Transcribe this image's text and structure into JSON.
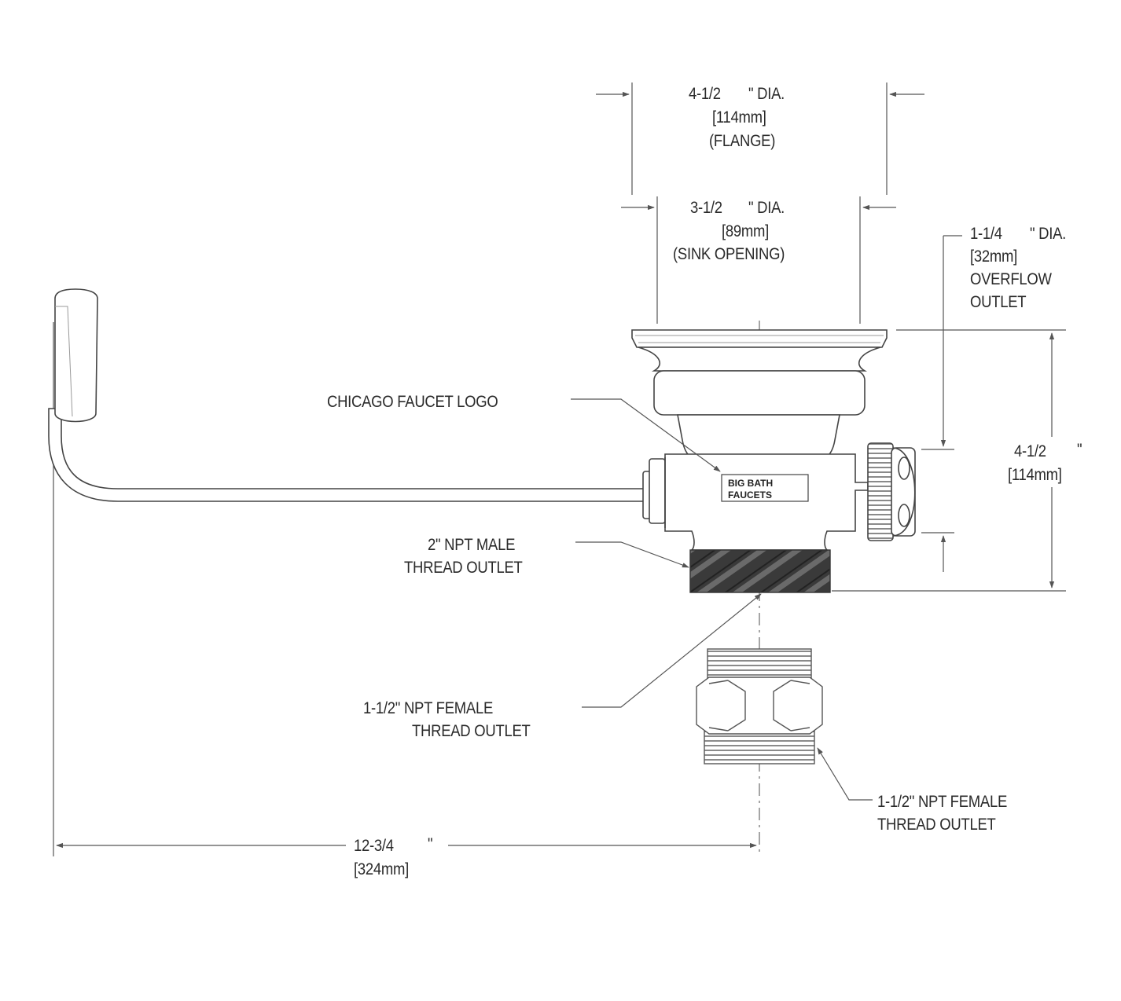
{
  "dimensions": {
    "flange": {
      "size": "4-1/2",
      "unit": "\" DIA.",
      "metric": "[114mm]",
      "note": "(FLANGE)"
    },
    "sink_opening": {
      "size": "3-1/2",
      "unit": "\" DIA.",
      "metric": "[89mm]",
      "note": "(SINK OPENING)"
    },
    "overflow": {
      "size": "1-1/4",
      "unit": "\" DIA.",
      "metric": "[32mm]",
      "line1": "OVERFLOW",
      "line2": "OUTLET"
    },
    "height": {
      "size": "4-1/2",
      "unit": "\"",
      "metric": "[114mm]"
    },
    "length": {
      "size": "12-3/4",
      "unit": "\"",
      "metric": "[324mm]"
    }
  },
  "callouts": {
    "logo": "CHICAGO FAUCET LOGO",
    "male_outlet": {
      "line1": "2\" NPT MALE",
      "line2": "THREAD OUTLET"
    },
    "female_outlet_a": {
      "line1": "1-1/2\" NPT FEMALE",
      "line2": "THREAD OUTLET"
    },
    "female_outlet_b": {
      "line1": "1-1/2\" NPT FEMALE",
      "line2": "THREAD OUTLET"
    }
  },
  "logo_mark": {
    "line1": "BIG BATH",
    "line2": "FAUCETS"
  }
}
